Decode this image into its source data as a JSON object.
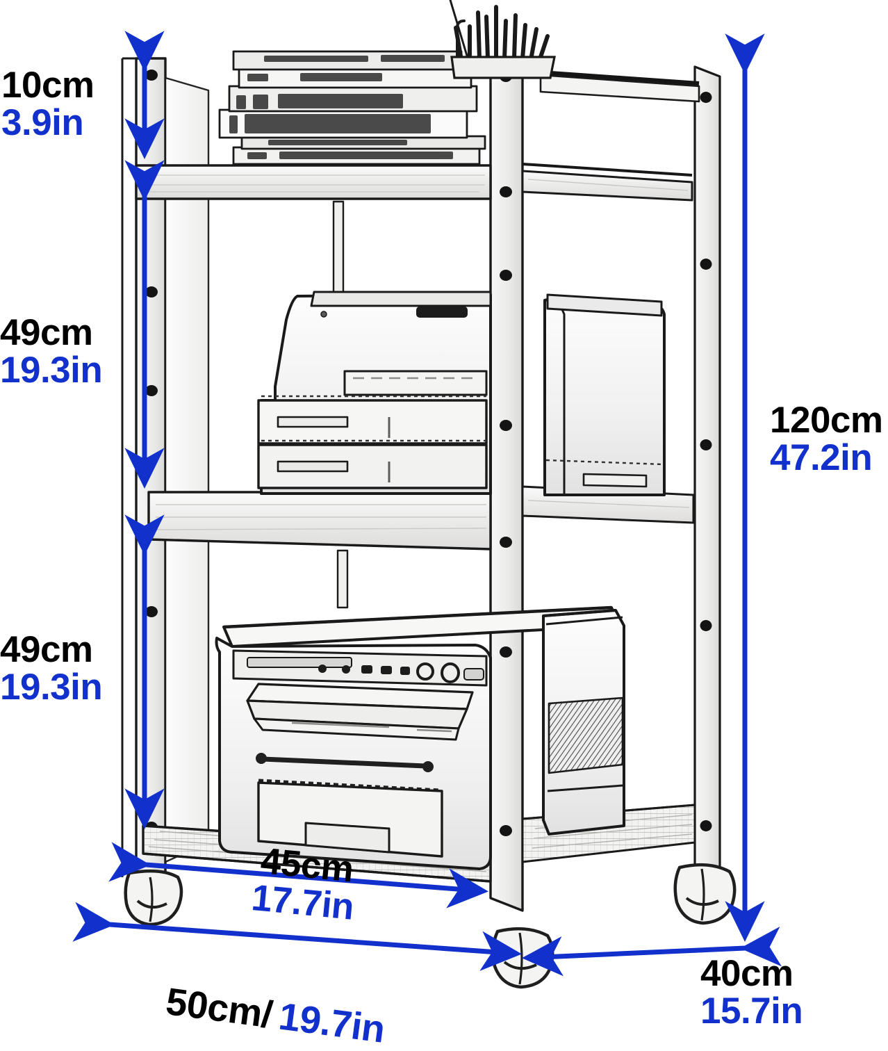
{
  "diagram": {
    "title": "3-Tier Rolling Printer Cart Dimension Diagram",
    "accent_color": "#1231cc",
    "line_color": "#1a1a1a",
    "background": "#ffffff"
  },
  "dimensions": {
    "top_shelf_clearance": {
      "cm": "10cm",
      "in": "3.9in",
      "name": "top-shelf-height"
    },
    "middle_shelf_clearance": {
      "cm": "49cm",
      "in": "19.3in",
      "name": "middle-shelf-height"
    },
    "bottom_shelf_clearance": {
      "cm": "49cm",
      "in": "19.3in",
      "name": "bottom-shelf-height"
    },
    "total_height": {
      "cm": "120cm",
      "in": "47.2in",
      "name": "total-height"
    },
    "shelf_width": {
      "cm": "45cm",
      "in": "17.7in",
      "name": "shelf-width"
    },
    "overall_width": {
      "cm": "50cm/",
      "in": "19.7in",
      "name": "overall-width"
    },
    "depth": {
      "cm": "40cm",
      "in": "15.7in",
      "name": "overall-depth"
    }
  },
  "objects": {
    "books": "stack-of-books",
    "pen_holder": "pen-holder-with-pens",
    "middle_printer": "laser-printer-with-paper-trays",
    "bottom_printer": "multifunction-printer-copier",
    "casters": "swivel-caster-wheels"
  }
}
